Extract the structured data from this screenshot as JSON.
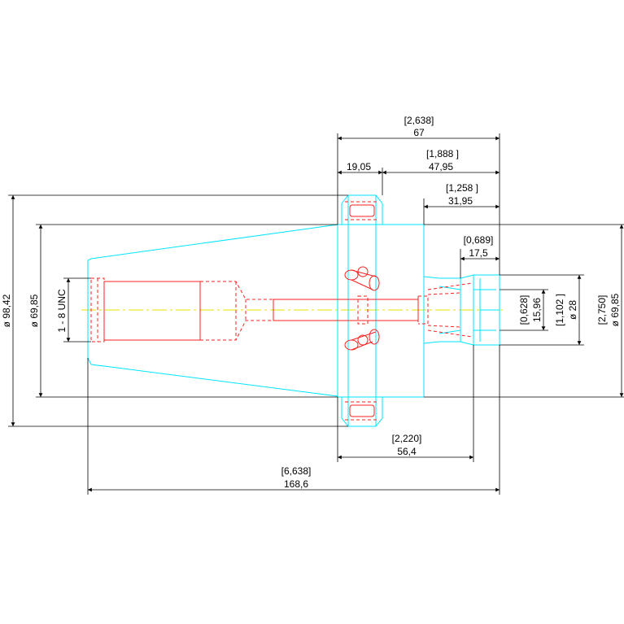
{
  "colors": {
    "body_outline": "#00e5ff",
    "hidden_lines": "#ff2020",
    "center_line": "#e8e000",
    "dimensions": "#000000",
    "background": "#ffffff"
  },
  "dimensions": {
    "overall_length_67": {
      "inch": "[2,638]",
      "mm": "67"
    },
    "length_47_95": {
      "inch": "[1,888 ]",
      "mm": "47,95"
    },
    "flange_19_05": {
      "mm": "19,05"
    },
    "length_31_95": {
      "inch": "[1,258 ]",
      "mm": "31,95"
    },
    "length_17_5": {
      "inch": "[0,689]",
      "mm": "17,5"
    },
    "length_56_4": {
      "inch": "[2,220]",
      "mm": "56,4"
    },
    "total_168_6": {
      "inch": "[6,638]",
      "mm": "168,6"
    },
    "dia_98_42": {
      "label": "ø 98,42"
    },
    "dia_69_85_left": {
      "label": "ø 69,85"
    },
    "thread": {
      "label": "1 - 8 UNC"
    },
    "dia_15_96": {
      "inch": "[0,628]",
      "mm": "15,96"
    },
    "dia_28": {
      "inch": "[1,102 ]",
      "mm": "ø 28"
    },
    "dia_69_85_right": {
      "inch": "[2,750]",
      "mm": "ø 69,85"
    }
  }
}
